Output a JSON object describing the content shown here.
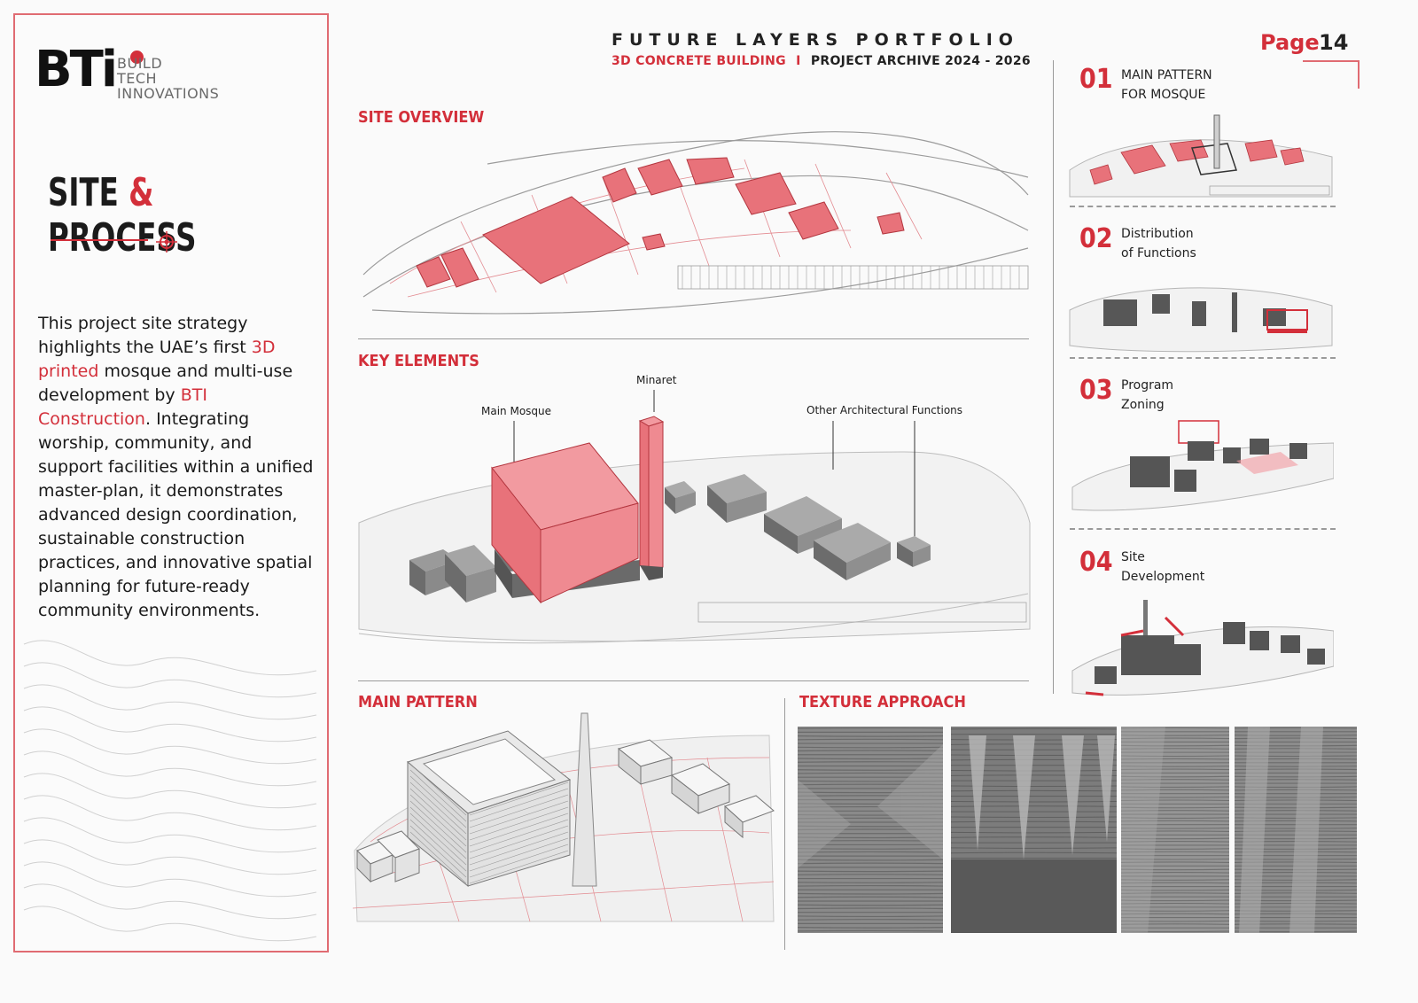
{
  "brand": {
    "mark": "BT",
    "mark_i": "i",
    "line1": "BUILD",
    "line2": "TECH",
    "line3": "INNOVATIONS"
  },
  "header": {
    "title": "FUTURE LAYERS PORTFOLIO",
    "subtitle_red": "3D CONCRETE BUILDING",
    "separator": "I",
    "subtitle_dark": "PROJECT ARCHIVE 2024 - 2026",
    "page_label": "Page",
    "page_number": "14"
  },
  "left": {
    "title_a": "SITE",
    "title_amp": "&",
    "title_b": "PROCESS",
    "body": {
      "p1": "This project site strategy highlights the UAE’s first ",
      "p2": "3D printed",
      "p3": " mosque and multi-use development by ",
      "p4": "BTI Construction",
      "p5": ". Integrating worship, community, and support facilities within a unified master-plan, it demonstrates advanced design coordination, sustainable construction practices, and innovative spatial planning for future-ready community environments."
    }
  },
  "sections": {
    "site_overview": "SITE OVERVIEW",
    "key_elements": "KEY ELEMENTS",
    "main_pattern": "MAIN PATTERN",
    "texture_approach": "TEXTURE APPROACH"
  },
  "key_labels": {
    "minaret": "Minaret",
    "main_mosque": "Main Mosque",
    "other": "Other Architectural Functions"
  },
  "steps": [
    {
      "num": "01",
      "line1": "MAIN PATTERN",
      "line2": "FOR MOSQUE"
    },
    {
      "num": "02",
      "line1": "Distribution",
      "line2": "of Functions"
    },
    {
      "num": "03",
      "line1": "Program",
      "line2": "Zoning"
    },
    {
      "num": "04",
      "line1": "Site",
      "line2": "Development"
    }
  ],
  "colors": {
    "accent": "#d32f3a",
    "accent_light": "#e06b72",
    "block_red": "#e8727a",
    "gray_block": "#8e8e8e",
    "text": "#1b1b1b"
  }
}
